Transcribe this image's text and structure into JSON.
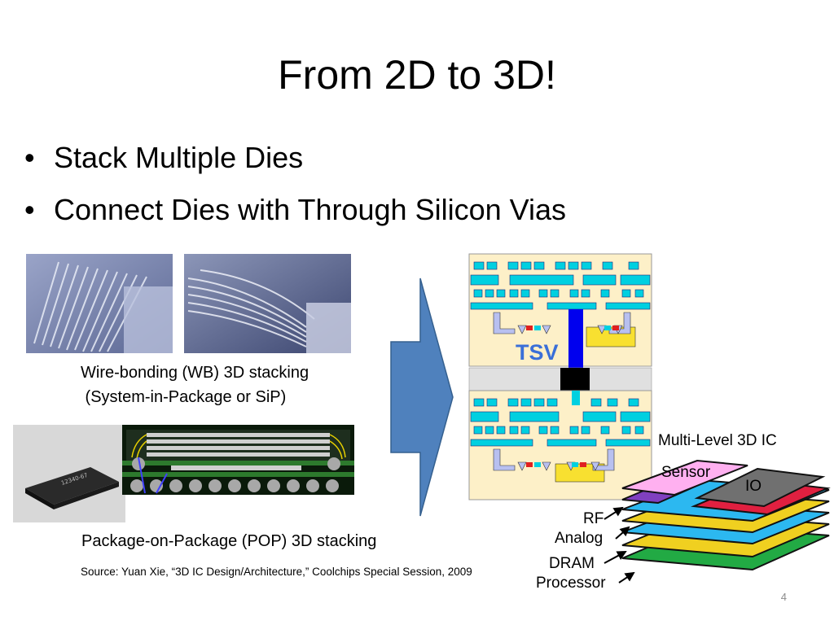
{
  "slide": {
    "title": "From 2D to 3D!",
    "page_number": "4"
  },
  "bullets": [
    {
      "marker": "•",
      "text": "Stack Multiple Dies"
    },
    {
      "marker": "•",
      "text": "Connect Dies with Through Silicon Vias"
    }
  ],
  "captions": {
    "wire_bonding_line1": "Wire-bonding (WB) 3D stacking",
    "wire_bonding_line2": " (System-in-Package or SiP)",
    "pop": "Package-on-Package (POP) 3D stacking",
    "source": "Source: Yuan Xie, “3D IC Design/Architecture,” Coolchips Special Session, 2009"
  },
  "tsv_diagram": {
    "label": "TSV"
  },
  "multilevel": {
    "title": "Multi-Level 3D IC",
    "layers": {
      "sensor": "Sensor",
      "io": "IO",
      "rf": "RF",
      "analog": "Analog",
      "dram": "DRAM",
      "processor": "Processor"
    }
  },
  "colors": {
    "arrow_fill": "#4f81bd",
    "die_fill": "#fdf0c8",
    "metal": "#00d0e0",
    "tsv_blue": "#0000ee",
    "sensor_pink": "#ffb0f0",
    "io_gray": "#707070"
  }
}
